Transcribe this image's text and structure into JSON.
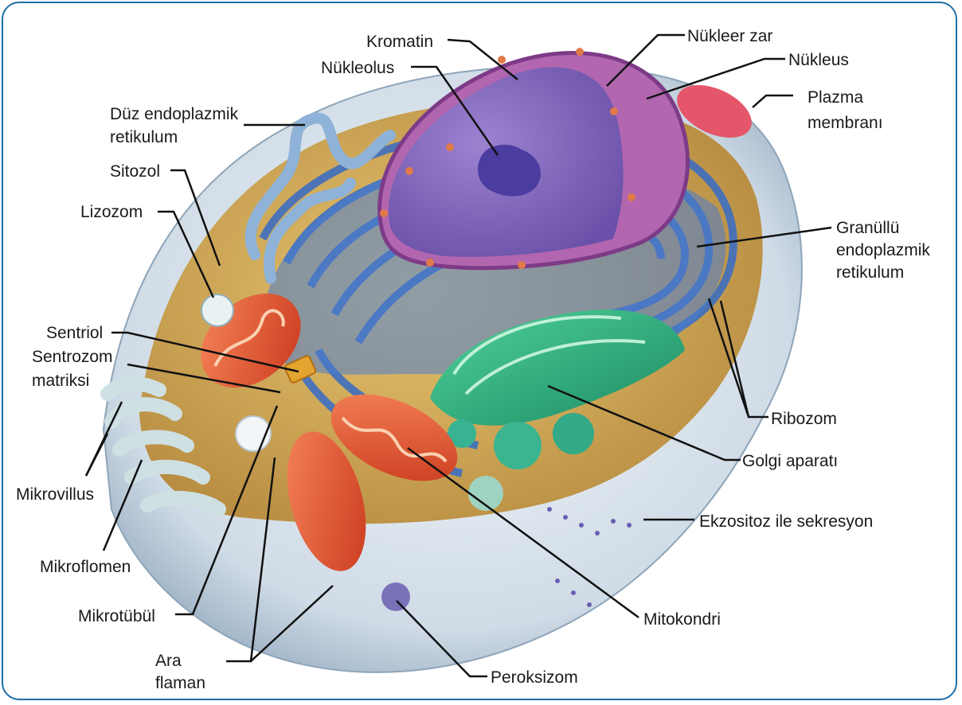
{
  "diagram": {
    "labels": {
      "kromatin": "Kromatin",
      "nukleolus": "Nükleolus",
      "nukleer_zar": "Nükleer zar",
      "nukleus": "Nükleus",
      "plazma_membrani_1": "Plazma",
      "plazma_membrani_2": "membranı",
      "duz_er_1": "Düz endoplazmik",
      "duz_er_2": "retikulum",
      "sitozol": "Sitozol",
      "lizozom": "Lizozom",
      "granullu_er_1": "Granüllü",
      "granullu_er_2": "endoplazmik",
      "granullu_er_3": "retikulum",
      "sentriol": "Sentriol",
      "sentrozom_1": "Sentrozom",
      "sentrozom_2": "matriksi",
      "ribozom": "Ribozom",
      "golgi": "Golgi aparatı",
      "mikrovillus": "Mikrovillus",
      "ekzositoz": "Ekzositoz ile sekresyon",
      "mikroflomen": "Mikroflomen",
      "mikrotubul": "Mikrotübül",
      "mitokondri": "Mitokondri",
      "ara_flaman_1": "Ara",
      "ara_flaman_2": "flaman",
      "peroksizom": "Peroksizom"
    },
    "colors": {
      "frame": "#1f6ea8",
      "cytoplasm": "#c9a24a",
      "rough_er": "#3f6fc0",
      "nucleus": "#a35aa6",
      "chromatin": "#8a6dc0",
      "golgi": "#2aa57a",
      "mitochondria": "#e8542e",
      "membrane": "#dfe8ef",
      "leader_line": "#111111"
    }
  }
}
